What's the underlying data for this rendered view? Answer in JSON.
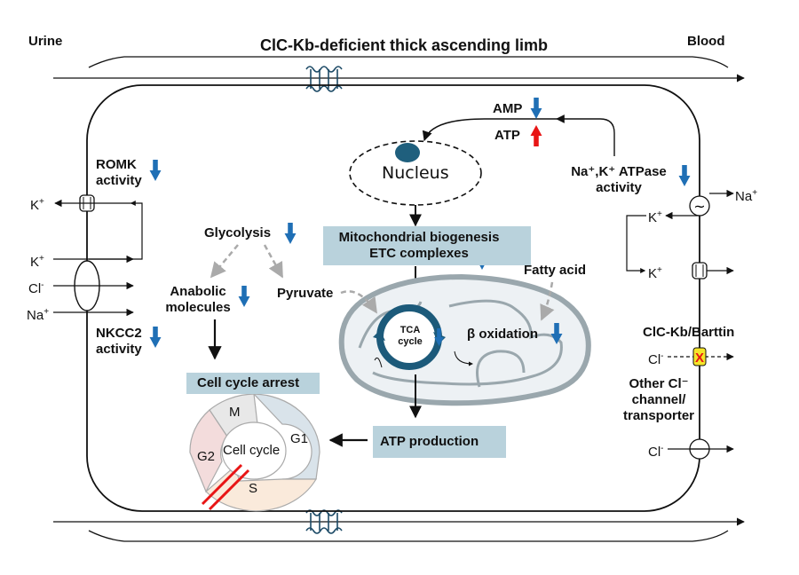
{
  "title": "ClC-Kb-deficient thick ascending limb",
  "sides": {
    "left": "Urine",
    "right": "Blood"
  },
  "energy": {
    "amp": "AMP",
    "atp": "ATP"
  },
  "nucleus": "Nucleus",
  "left_labels": {
    "romk_line1": "ROMK",
    "romk_line2": "activity",
    "nkcc2_line1": "NKCC2",
    "nkcc2_line2": "activity"
  },
  "ions": {
    "k": "K",
    "k_sup": "+",
    "cl": "Cl",
    "cl_sup": "-",
    "na": "Na",
    "na_sup": "+"
  },
  "right_labels": {
    "pump_line1": "Na⁺,K⁺ ATPase",
    "pump_line2": "activity",
    "clc": "ClC-Kb/Barttin",
    "other_line1": "Other Cl⁻",
    "other_line2": "channel/",
    "other_line3": "transporter"
  },
  "metabolism": {
    "glycolysis": "Glycolysis",
    "anabolic_line1": "Anabolic",
    "anabolic_line2": "molecules",
    "pyruvate": "Pyruvate",
    "mito_line1": "Mitochondrial biogenesis",
    "mito_line2": "ETC complexes",
    "fatty_acid": "Fatty acid",
    "tca_line1": "TCA",
    "tca_line2": "cycle",
    "beta_ox": "β oxidation",
    "atp_production": "ATP production"
  },
  "cell_cycle": {
    "arrest": "Cell cycle arrest",
    "center": "Cell cycle",
    "phases": {
      "m": "M",
      "g1": "G1",
      "g2": "G2",
      "s": "S"
    }
  },
  "colors": {
    "down_arrow": "#1f6fb5",
    "up_arrow": "#e81515",
    "box": "#b9d2dc",
    "tca_ring": "#1c5a7a",
    "nucleolus": "#1f5f7d",
    "x_mark": "#e81515",
    "x_box": "#f5e52a"
  }
}
